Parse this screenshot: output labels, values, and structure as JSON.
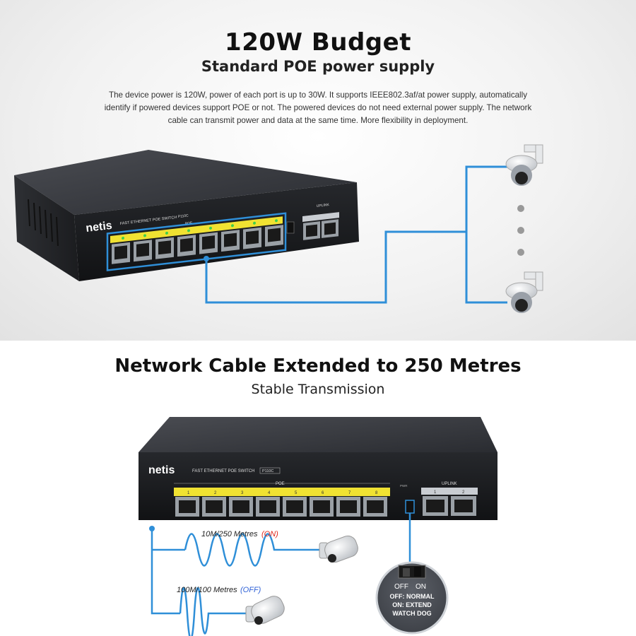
{
  "section1": {
    "title": "120W Budget",
    "subtitle": "Standard POE power supply",
    "description": "The device power is 120W, power of each port is up to 30W. It supports IEEE802.3af/at power supply, automatically identify if powered devices support POE or not. The powered devices do not need external power supply. The network cable can transmit power and data at the same time. More flexibility in deployment."
  },
  "section2": {
    "title": "Network Cable Extended to 250 Metres",
    "subtitle": "Stable Transmission"
  },
  "device": {
    "brand": "netis",
    "product_label": "FAST ETHERNET POE SWITCH",
    "model": "P110C",
    "poe_label": "POE",
    "uplink_label": "UPLINK",
    "pwr_label": "PWR",
    "poe_ports": [
      "1",
      "2",
      "3",
      "4",
      "5",
      "6",
      "7",
      "8"
    ],
    "uplink_ports": [
      "1",
      "2"
    ]
  },
  "modes": {
    "on_line": "10M/250 Metres",
    "on_tag": "(ON)",
    "off_line": "100M/100 Metres",
    "off_tag": "(OFF)"
  },
  "switch_callout": {
    "off": "OFF",
    "on": "ON",
    "line1": "OFF: NORMAL",
    "line2": "ON: EXTEND",
    "line3": "WATCH DOG"
  },
  "colors": {
    "poe_yellow": "#f0e232",
    "cable_blue": "#2f8fd8",
    "on_red": "#e0261b",
    "off_blue": "#2c5fd6"
  }
}
